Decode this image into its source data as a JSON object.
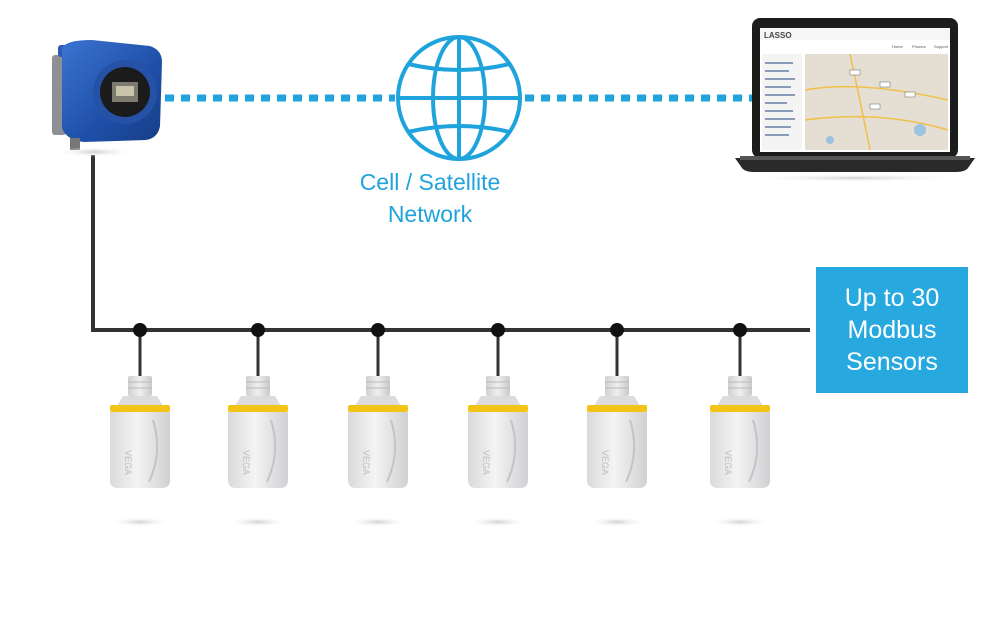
{
  "network": {
    "line1": "Cell / Satellite",
    "line2": "Network"
  },
  "sensors_box": {
    "line1": "Up to 30",
    "line2": "Modbus",
    "line3": "Sensors"
  },
  "sensor_brand": "VEGA",
  "laptop_screen": {
    "logo": "LASSO",
    "nav": [
      "Home",
      "Phones",
      "Support"
    ]
  },
  "colors": {
    "accent_blue": "#1fa3dc",
    "box_blue": "#27a8df",
    "bus_line": "#333333",
    "sensor_band": "#f3c316",
    "device_blue": "#1e4fa8"
  },
  "icons": [
    "globe-icon",
    "gateway-device",
    "laptop-icon",
    "radar-sensor"
  ]
}
